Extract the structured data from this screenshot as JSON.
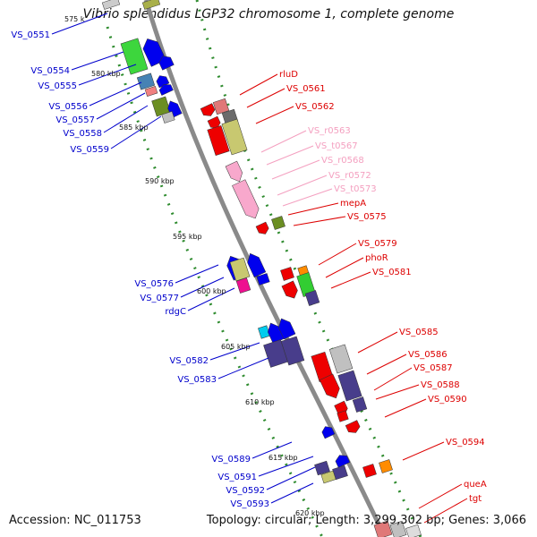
{
  "title": "Vibrio splendidus LGP32 chromosome 1, complete genome",
  "footer": {
    "accession": "Accession: NC_011753",
    "summary": "Topology: circular; Length: 3,299,302 bp; Genes: 3,066"
  },
  "colors": {
    "backbone": "#888888",
    "tick": "#2e8b2e",
    "label_left": "#0000cc",
    "label_right": "#dd0000",
    "label_rna": "#f4a0c0"
  },
  "kbp_markers": [
    "575 k",
    "580 kbp",
    "585 kbp",
    "590 kbp",
    "595 kbp",
    "600 kbp",
    "605 kbp",
    "610 kbp",
    "615 kbp",
    "620 kbp"
  ],
  "left_labels": [
    "VS_0551",
    "VS_0554",
    "VS_0555",
    "VS_0556",
    "VS_0557",
    "VS_0558",
    "VS_0559",
    "VS_0576",
    "VS_0577",
    "rdgC",
    "VS_0582",
    "VS_0583",
    "VS_0589",
    "VS_0591",
    "VS_0592",
    "VS_0593"
  ],
  "right_labels": [
    "rluD",
    "VS_0561",
    "VS_0562",
    "VS_r0563",
    "VS_t0567",
    "VS_r0568",
    "VS_r0572",
    "VS_t0573",
    "mepA",
    "VS_0575",
    "VS_0579",
    "phoR",
    "VS_0581",
    "VS_0585",
    "VS_0586",
    "VS_0587",
    "VS_0588",
    "VS_0590",
    "VS_0594",
    "queA",
    "tgt"
  ]
}
